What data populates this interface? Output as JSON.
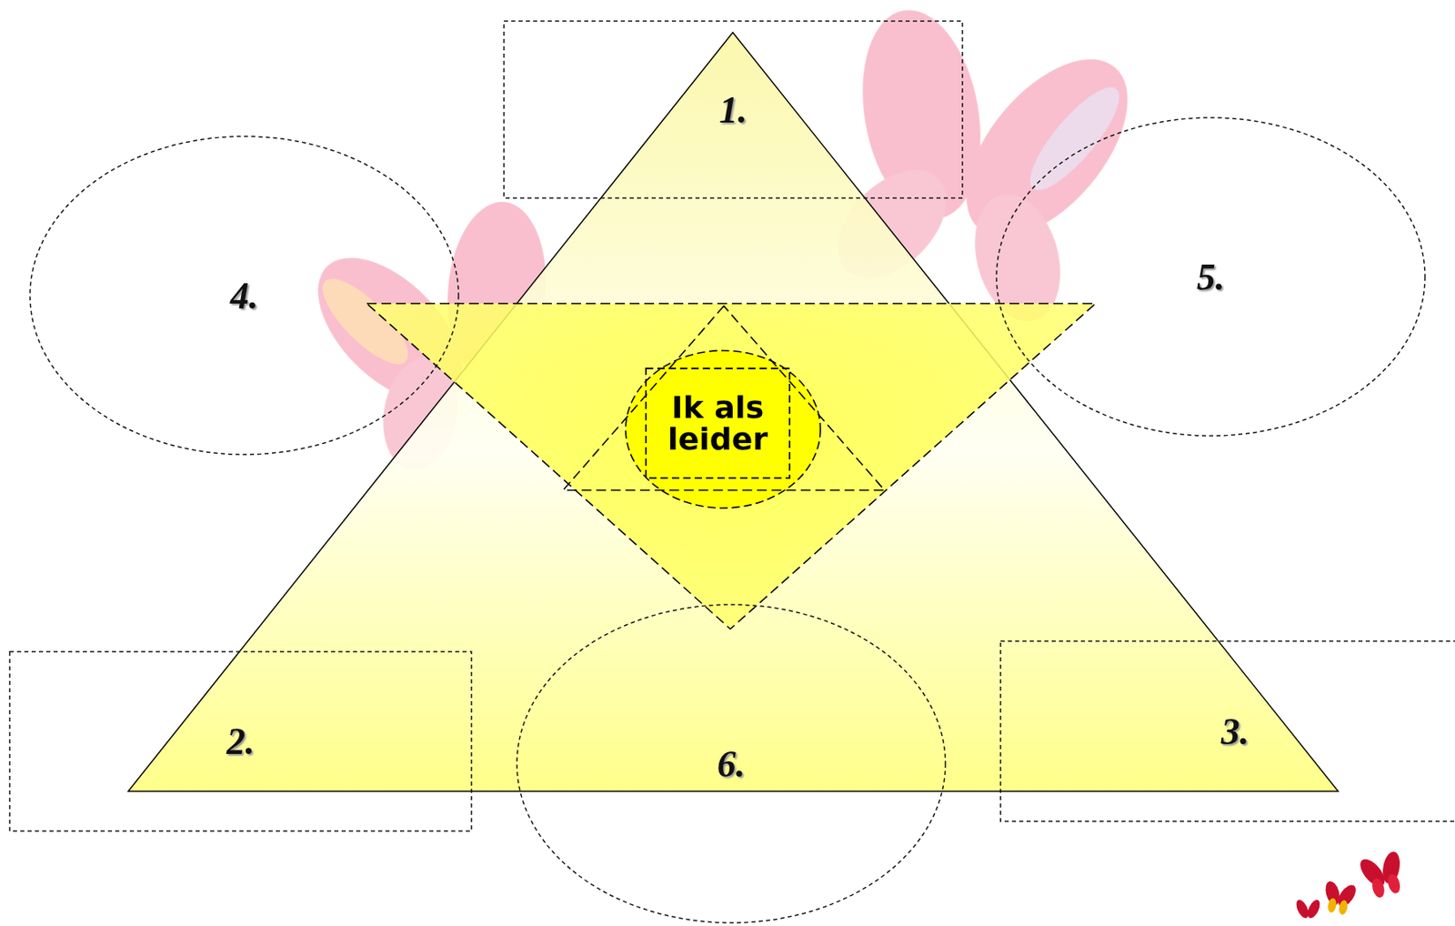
{
  "diagram": {
    "nodes": [
      {
        "text": [
          "1."
        ]
      },
      {
        "text": [
          "4."
        ]
      },
      {
        "text": [
          "5."
        ]
      },
      {
        "text": [
          "Ik als leider"
        ]
      },
      {
        "text": [
          "2."
        ]
      },
      {
        "text": [
          "6."
        ]
      },
      {
        "text": [
          "3."
        ]
      }
    ]
  }
}
